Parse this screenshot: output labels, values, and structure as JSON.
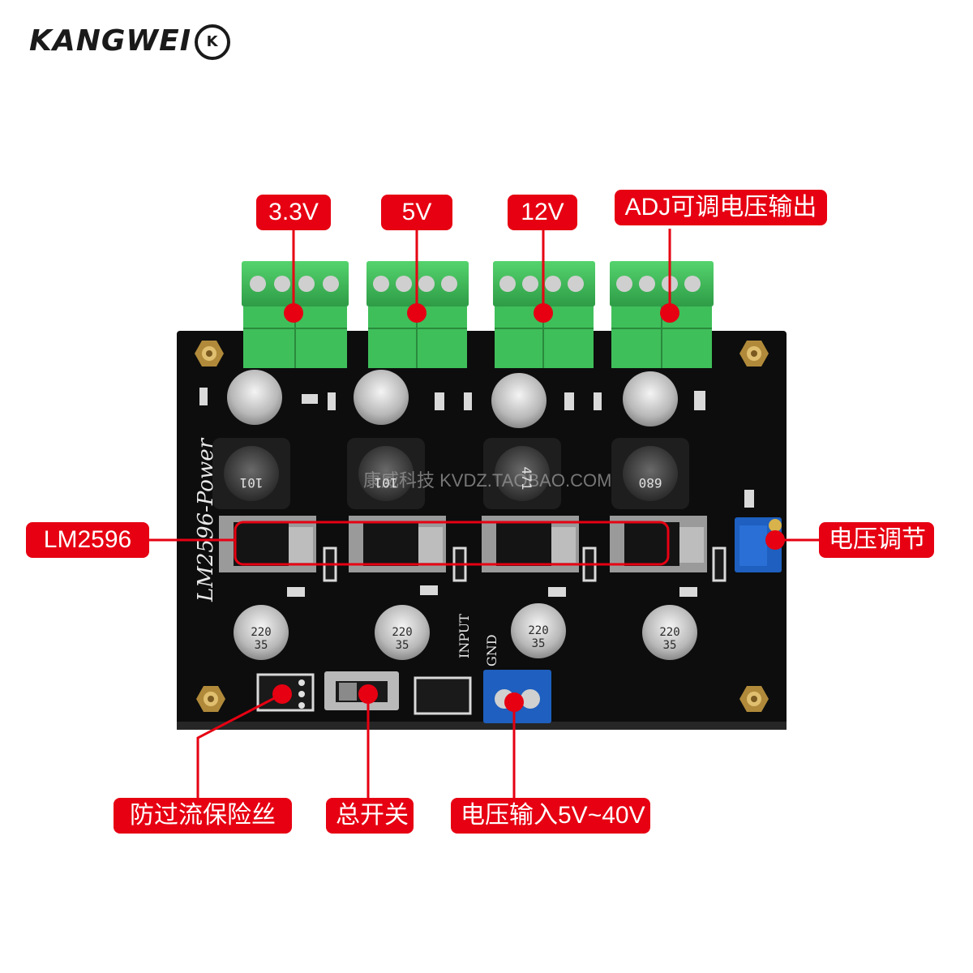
{
  "brand": {
    "name": "KANGWEI",
    "mark": "K"
  },
  "board": {
    "silkscreen_title": "LM2596-Power",
    "watermark": "康威科技  KVDZ.TAOBAO.COM",
    "input_label": "INPUT",
    "gnd_label": "GND",
    "inductor_codes": [
      "101",
      "101",
      "471",
      "680"
    ],
    "capacitor_marking": [
      "220",
      "35"
    ]
  },
  "labels": {
    "out_3v3": "3.3V",
    "out_5v": "5V",
    "out_12v": "12V",
    "out_adj": "ADJ可调电压输出",
    "regulator": "LM2596",
    "voltage_adjust": "电压调节",
    "fuse": "防过流保险丝",
    "main_switch": "总开关",
    "voltage_input": "电压输入5V~40V"
  },
  "colors": {
    "callout": "#e60012",
    "pcb": "#0d0d0d",
    "terminal_green": "#3fbf5a",
    "terminal_blue": "#1e5fbf"
  }
}
